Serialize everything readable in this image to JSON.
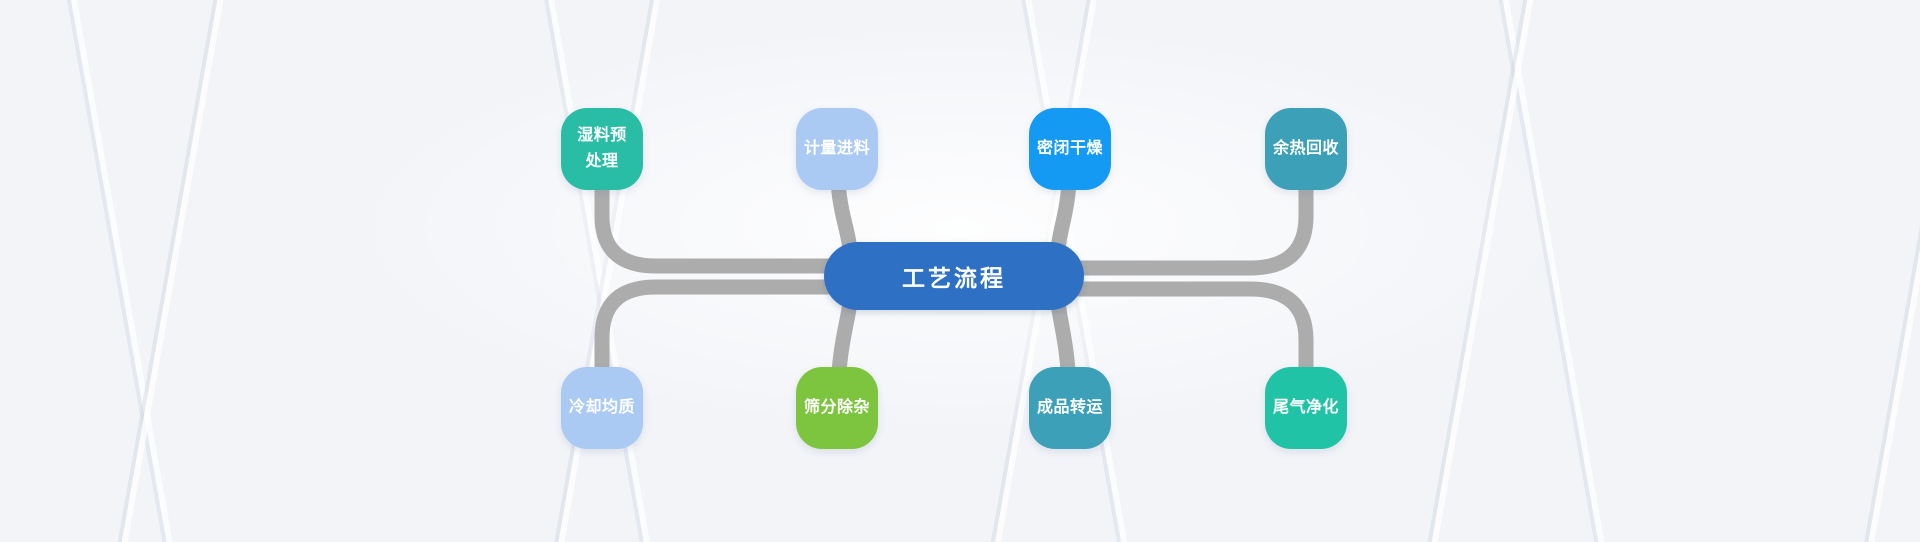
{
  "diagram": {
    "title": "工艺流程",
    "center": {
      "label": "工艺流程",
      "color": "#2E70C3",
      "text_color": "#FFFFFF"
    },
    "connector_color": "#ACACAC",
    "background_color": "#F2F4F8",
    "branches": [
      {
        "id": "wet-material-pretreatment",
        "label": "湿料预\n处理",
        "color": "#28BDA4",
        "position": "top-1"
      },
      {
        "id": "metered-feeding",
        "label": "计量进料",
        "color": "#AACAF3",
        "position": "top-2"
      },
      {
        "id": "sealed-drying",
        "label": "密闭干燥",
        "color": "#149AF3",
        "position": "top-3"
      },
      {
        "id": "waste-heat-recovery",
        "label": "余热回收",
        "color": "#3CA0B8",
        "position": "top-4"
      },
      {
        "id": "cooling-homogenization",
        "label": "冷却均质",
        "color": "#AACAF3",
        "position": "bottom-1"
      },
      {
        "id": "screening-impurity-removal",
        "label": "筛分除杂",
        "color": "#7EC53F",
        "position": "bottom-2"
      },
      {
        "id": "product-transfer",
        "label": "成品转运",
        "color": "#3CA0B8",
        "position": "bottom-3"
      },
      {
        "id": "tail-gas-purification",
        "label": "尾气净化",
        "color": "#21C3A7",
        "position": "bottom-4"
      }
    ]
  }
}
